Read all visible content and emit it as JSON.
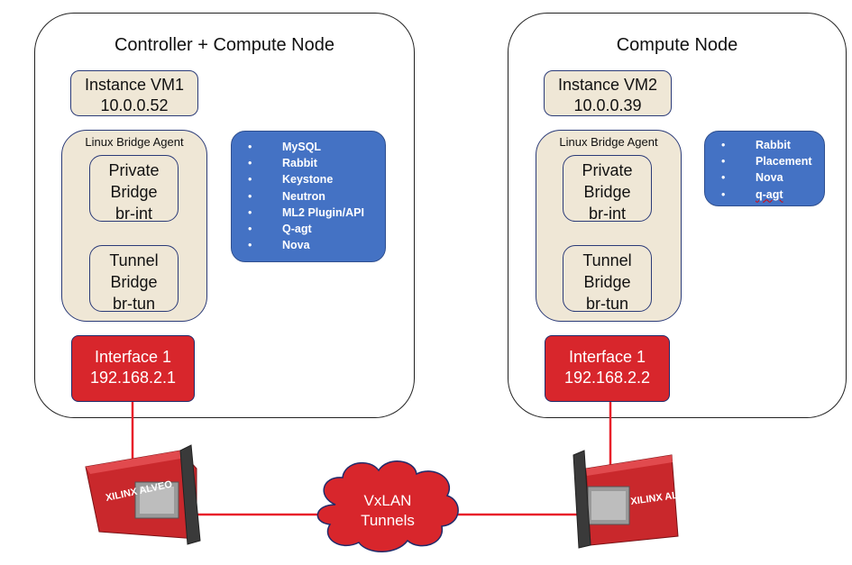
{
  "left_node": {
    "title": "Controller + Compute Node",
    "vm": {
      "name": "Instance VM1",
      "ip": "10.0.0.52"
    },
    "agent": {
      "label": "Linux Bridge Agent",
      "private_bridge": [
        "Private",
        "Bridge",
        "br-int"
      ],
      "tunnel_bridge": [
        "Tunnel",
        "Bridge",
        "br-tun"
      ]
    },
    "services": [
      "MySQL",
      "Rabbit",
      "Keystone",
      "Neutron",
      "ML2 Plugin/API",
      "Q-agt",
      "Nova"
    ],
    "interface": {
      "name": "Interface 1",
      "ip": "192.168.2.1"
    }
  },
  "right_node": {
    "title": "Compute Node",
    "vm": {
      "name": "Instance VM2",
      "ip": "10.0.0.39"
    },
    "agent": {
      "label": "Linux Bridge Agent",
      "private_bridge": [
        "Private",
        "Bridge",
        "br-int"
      ],
      "tunnel_bridge": [
        "Tunnel",
        "Bridge",
        "br-tun"
      ]
    },
    "services": [
      "Rabbit",
      "Placement",
      "Nova",
      "q-agt"
    ],
    "interface": {
      "name": "Interface 1",
      "ip": "192.168.2.2"
    }
  },
  "cloud": {
    "line1": "VxLAN",
    "line2": "Tunnels"
  },
  "cards": {
    "left_label": "XILINX ALVEO",
    "right_label": "XILINX ALVEO"
  },
  "bullet_glyph": "•",
  "colors": {
    "interface_red": "#d8262c",
    "link_red": "#e8202a",
    "services_blue": "#4472c4",
    "bridge_beige": "#efe7d6",
    "card_red": "#c9282c"
  }
}
